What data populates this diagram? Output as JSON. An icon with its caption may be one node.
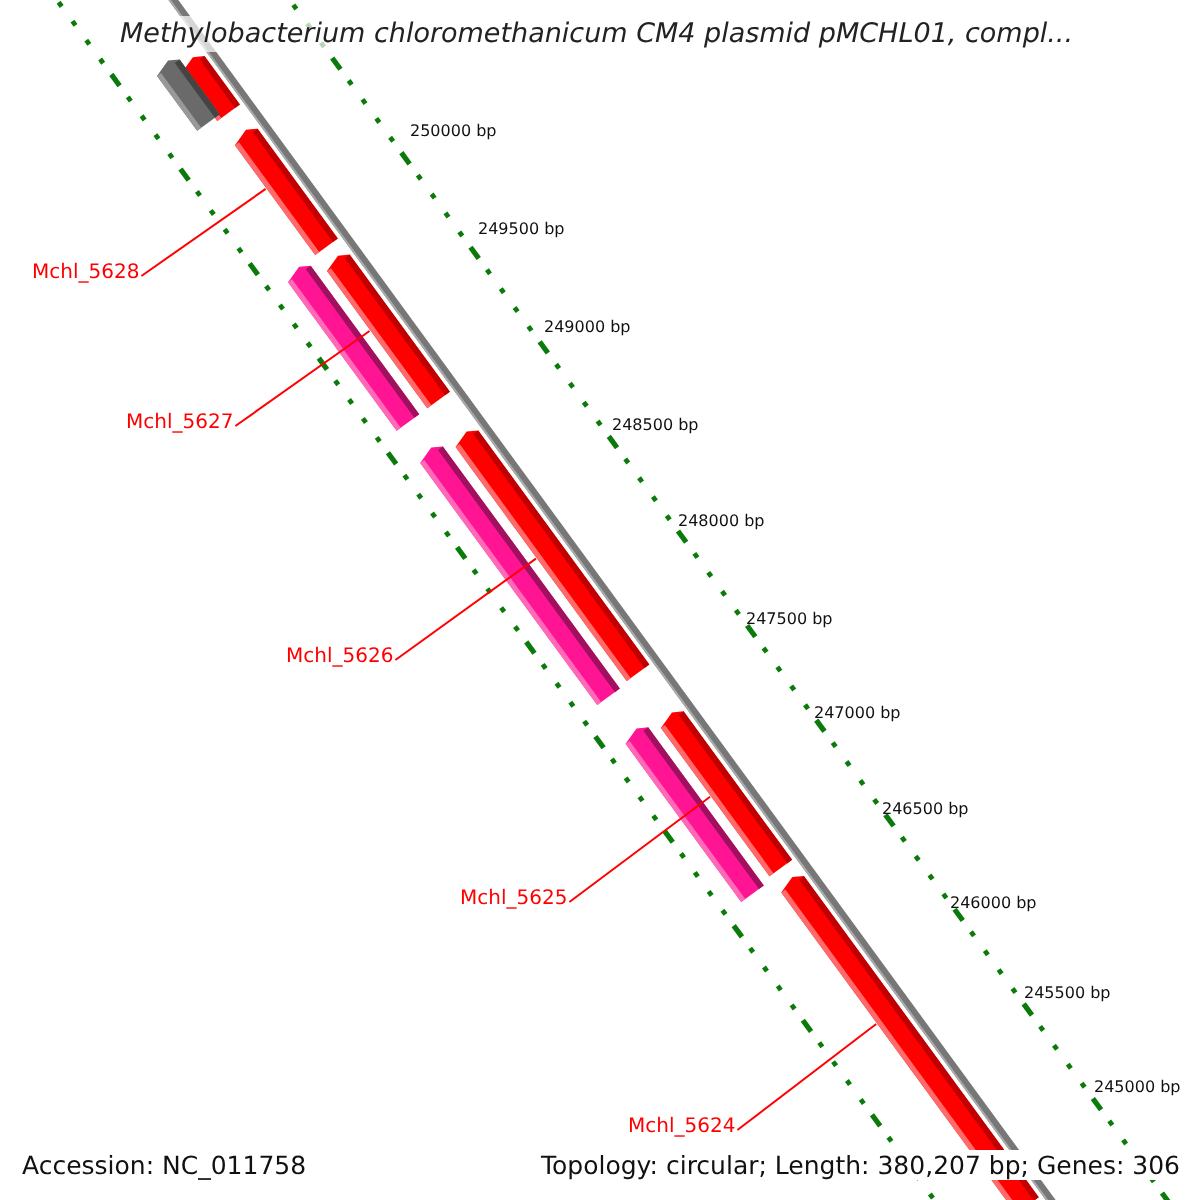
{
  "diagram": {
    "title": "Methylobacterium chloromethanicum CM4 plasmid pMCHL01, compl...",
    "nodes": [
      {
        "text": [
          "Mchl_5628"
        ]
      },
      {
        "text": [
          "Mchl_5627"
        ]
      },
      {
        "text": [
          "Mchl_5626"
        ]
      },
      {
        "text": [
          "Mchl_5625"
        ]
      },
      {
        "text": [
          "Mchl_5624"
        ]
      },
      {
        "text": [],
        "shape": "bar"
      },
      {
        "text": [],
        "shape": "bar"
      },
      {
        "text": [],
        "shape": "bar"
      },
      {
        "text": [],
        "shape": "bar"
      },
      {
        "text": [],
        "shape": "bar"
      },
      {
        "text": [],
        "shape": "bar"
      },
      {
        "text": [],
        "shape": "bar"
      },
      {
        "text": [],
        "shape": "bar"
      },
      {
        "text": [],
        "shape": "bar"
      },
      {
        "text": [],
        "shape": "bar"
      }
    ],
    "edges": [
      {
        "from": 0,
        "to": 7,
        "arrow": "none",
        "color": "#ff0000"
      },
      {
        "from": 1,
        "to": 9,
        "arrow": "none",
        "color": "#ff0000"
      },
      {
        "from": 2,
        "to": 11,
        "arrow": "none",
        "color": "#ff0000"
      },
      {
        "from": 3,
        "to": 13,
        "arrow": "none",
        "color": "#ff0000"
      },
      {
        "from": 4,
        "to": 14,
        "arrow": "none",
        "color": "#ff0000"
      }
    ],
    "labels": [
      "250000 bp",
      "249500 bp",
      "249000 bp",
      "248500 bp",
      "248000 bp",
      "247500 bp",
      "247000 bp",
      "246500 bp",
      "246000 bp",
      "245500 bp",
      "245000 bp",
      "Accession: NC_011758",
      "Topology: circular; Length: 380,207 bp; Genes: 306"
    ]
  }
}
